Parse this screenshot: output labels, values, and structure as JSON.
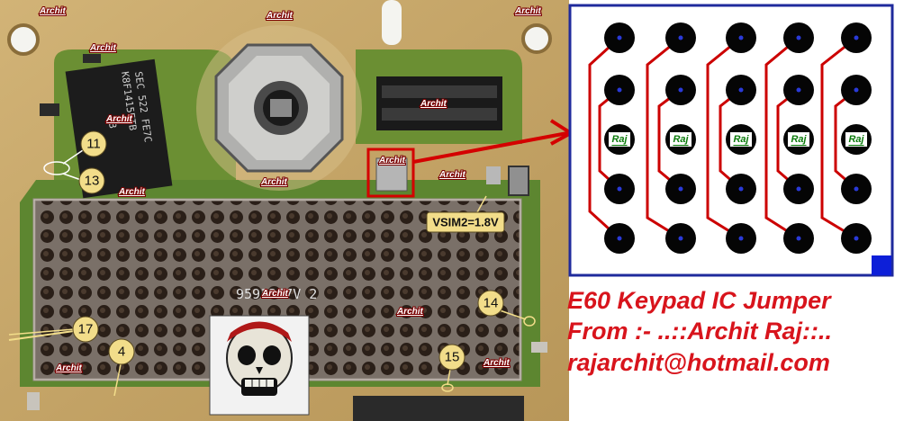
{
  "watermark": "Archit",
  "shield_marking": "9591367V 2",
  "chip_marking": [
    "SEC 522 FE7C",
    "K8F1415ETB",
    "PB"
  ],
  "pads": [
    {
      "label": "11"
    },
    {
      "label": "13"
    },
    {
      "label": "17"
    },
    {
      "label": "4"
    },
    {
      "label": "15"
    },
    {
      "label": "14"
    }
  ],
  "vsim_label": "VSIM2=1.8V",
  "detail_label": "Raj",
  "caption": {
    "line1": "E60 Keypad IC Jumper",
    "line2": "From :- ..::Archit Raj::..",
    "line3": "rajarchit@hotmail.com"
  },
  "colors": {
    "board": "#c9a86a",
    "board_green": "#5f8a2c",
    "trace": "#cc0000",
    "frame": "#1f2a9c",
    "caption": "#d8141c",
    "pad_label_bg": "#f2dd8a"
  }
}
